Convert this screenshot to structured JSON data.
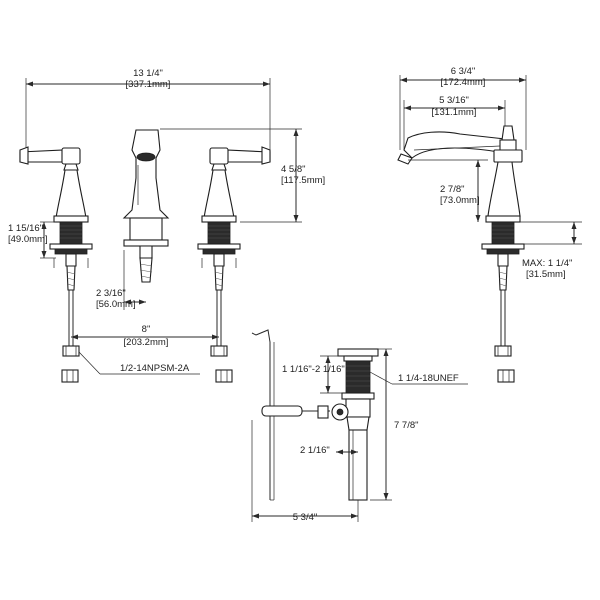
{
  "dimensions": {
    "overall_width": "13 1/4\"",
    "overall_width_mm": "[337.1mm]",
    "spout_height": "4 5/8\"",
    "spout_height_mm": "[117.5mm]",
    "handle_base_height": "1 15/16\"",
    "handle_base_height_mm": "[49.0mm]",
    "spout_shank_offset": "2 3/16\"",
    "spout_shank_offset_mm": "[56.0mm]",
    "center_spacing": "8\"",
    "center_spacing_mm": "[203.2mm]",
    "supply_thread": "1/2-14NPSM-2A",
    "side_depth": "6 3/4\"",
    "side_depth_mm": "[172.4mm]",
    "spout_reach": "5 3/16\"",
    "spout_reach_mm": "[131.1mm]",
    "spout_outlet_height": "2 7/8\"",
    "spout_outlet_height_mm": "[73.0mm]",
    "max_deck": "MAX: 1 1/4\"",
    "max_deck_mm": "[31.5mm]",
    "drain_flange_range": "1 1/16\"-2 1/16\"",
    "drain_thread": "1 1/4-18UNEF",
    "drain_length": "7 7/8\"",
    "drain_tailpiece_offset": "2 1/16\"",
    "lift_rod_length": "5 3/4\""
  }
}
